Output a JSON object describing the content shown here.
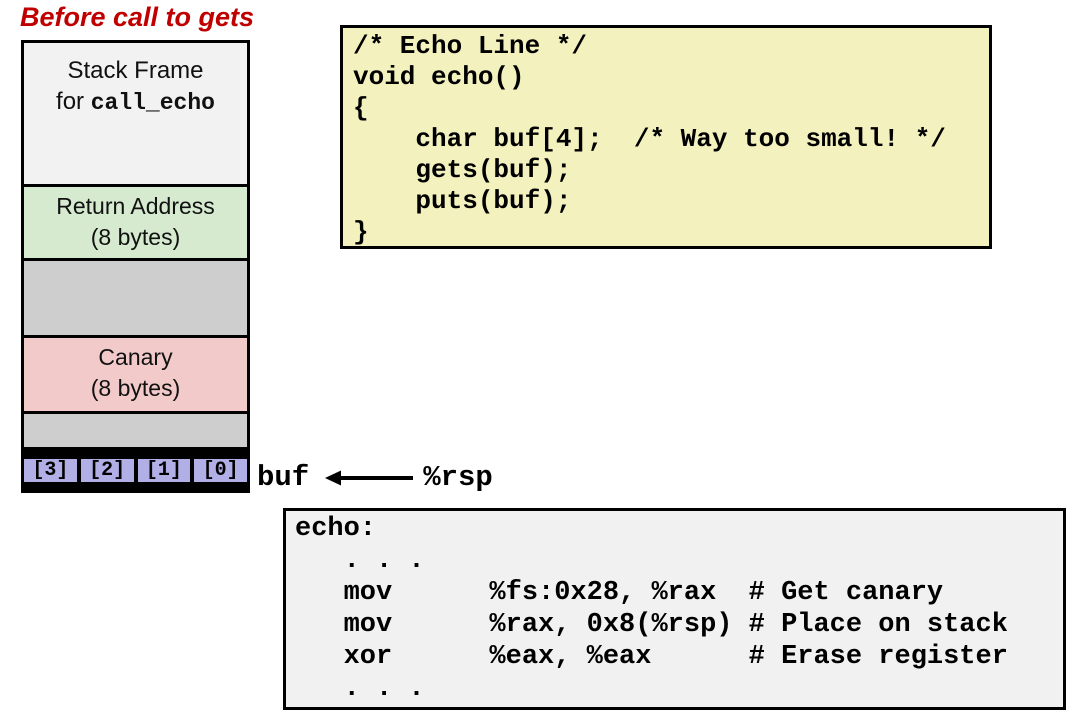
{
  "title": "Before call to gets",
  "palette": {
    "title_red": "#c00000",
    "frame_fill": "#f2f2f2",
    "return_fill": "#d6ead0",
    "gray_fill": "#cecece",
    "canary_fill": "#f2caca",
    "buf_fill": "#b1afe6",
    "c_box_fill": "#f3f1bd",
    "asm_box_fill": "#f1f1f1"
  },
  "stack": {
    "frame_line1": "Stack Frame",
    "frame_line2_prefix": "for ",
    "frame_line2_code": "call_echo",
    "return_line1": "Return Address",
    "return_line2": "(8 bytes)",
    "canary_line1": "Canary",
    "canary_line2": "(8 bytes)",
    "buf_cells": [
      "[3]",
      "[2]",
      "[1]",
      "[0]"
    ],
    "buf_label": "buf",
    "rsp_label": "%rsp"
  },
  "c_code": {
    "lines": [
      "/* Echo Line */",
      "void echo()",
      "{",
      "    char buf[4];  /* Way too small! */",
      "    gets(buf);",
      "    puts(buf);",
      "}"
    ]
  },
  "asm_code": {
    "lines": [
      "echo:",
      "   . . .",
      "   mov      %fs:0x28, %rax  # Get canary",
      "   mov      %rax, 0x8(%rsp) # Place on stack",
      "   xor      %eax, %eax      # Erase register",
      "   . . ."
    ]
  }
}
